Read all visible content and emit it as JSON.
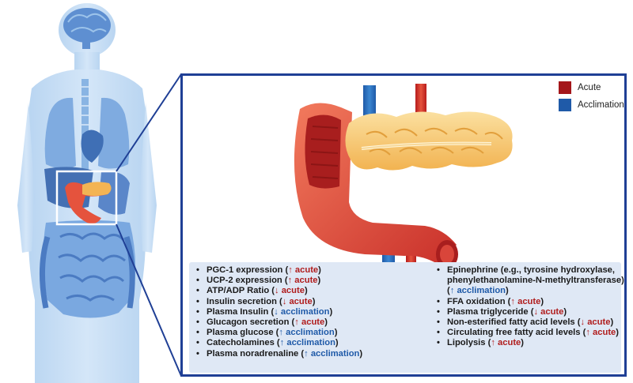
{
  "legend": [
    {
      "label": "Acute",
      "color": "#a4161a"
    },
    {
      "label": "Acclimation",
      "color": "#1f5aa8"
    }
  ],
  "left_list": [
    {
      "name": "PGC-1 expression",
      "arrow": "↑",
      "type": "acute"
    },
    {
      "name": "UCP-2 expression",
      "arrow": "↑",
      "type": "acute"
    },
    {
      "name": "ATP/ADP Ratio",
      "arrow": "↓",
      "type": "acute"
    },
    {
      "name": "Insulin secretion",
      "arrow": "↓",
      "type": "acute"
    },
    {
      "name": "Plasma Insulin",
      "arrow": "↓",
      "type": "acclimation"
    },
    {
      "name": "Glucagon secretion",
      "arrow": "↑",
      "type": "acute"
    },
    {
      "name": "Plasma glucose",
      "arrow": "↑",
      "type": "acclimation"
    },
    {
      "name": "Catecholamines ",
      "arrow": "↑",
      "type": "acclimation"
    },
    {
      "name": "Plasma noradrenaline ",
      "arrow": "↑",
      "type": "acclimation"
    }
  ],
  "right_list": [
    {
      "name": "Epinephrine (e.g., tyrosine hydroxylase,",
      "cont": "phenylethanolamine-N-methyltransferase)",
      "cont_effect": {
        "arrow": "↑",
        "type": "acclimation"
      }
    },
    {
      "name": "FFA oxidation",
      "arrow": "↑",
      "type": "acute"
    },
    {
      "name": "Plasma triglyceride",
      "arrow": "↓",
      "type": "acute"
    },
    {
      "name": "Non-esterified fatty acid levels",
      "arrow": "↓",
      "type": "acute"
    },
    {
      "name": "Circulating free fatty acid levels",
      "arrow": "↑",
      "type": "acute"
    },
    {
      "name": "Lipolysis",
      "arrow": "↑",
      "type": "acute"
    }
  ],
  "labels": {
    "acute": "acute",
    "acclimation": "acclimation"
  },
  "colors": {
    "body": "#9cc3ea",
    "panel_border": "#1f3f95",
    "info_bg": "#dfe8f5",
    "acute": "#b01c1c",
    "acclimation": "#1f5aa8"
  }
}
